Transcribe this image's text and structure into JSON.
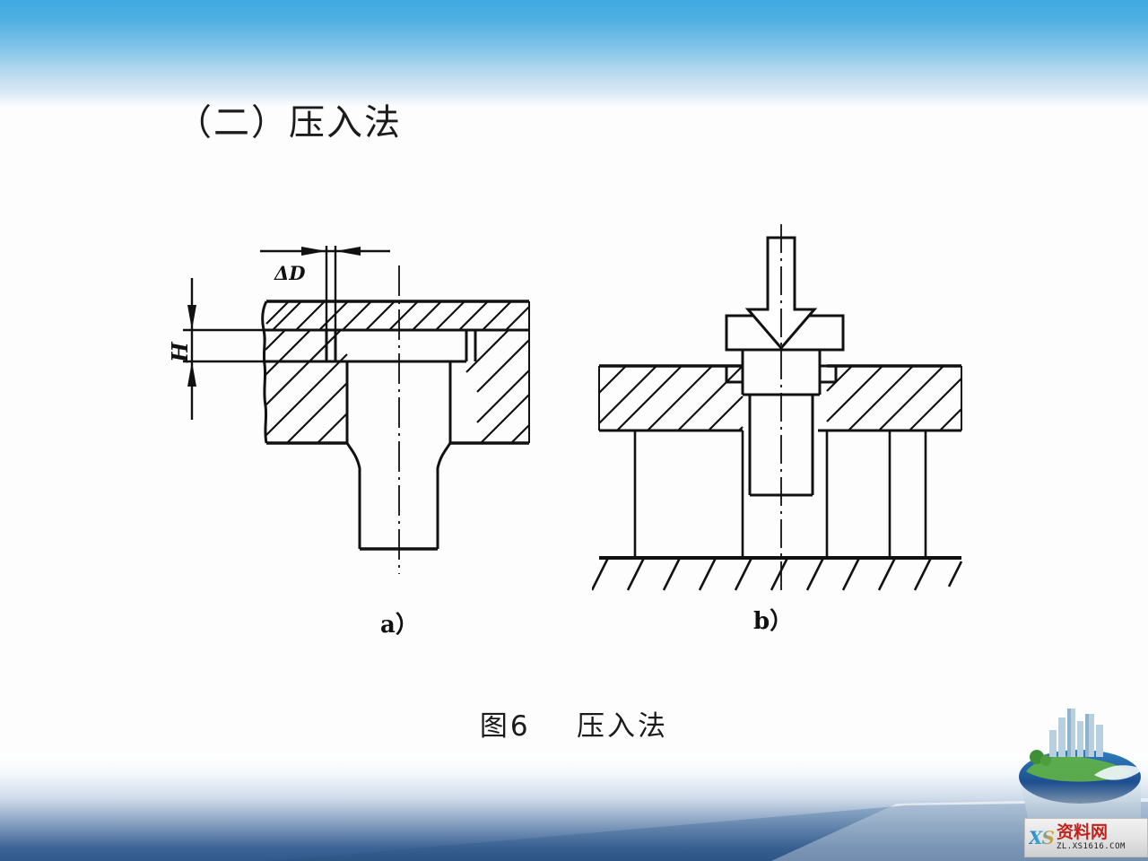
{
  "slide": {
    "title": "（二）压入法",
    "caption": "图6    压入法",
    "background": {
      "top_color": "#3fa9e0",
      "bottom_color": "#30588a",
      "body_color": "#fdfdfe"
    }
  },
  "figure": {
    "sub_labels": {
      "a": "a）",
      "b": "b）"
    },
    "dimensions": {
      "delta_d": "ΔD",
      "h": "H"
    },
    "diagram_a": {
      "name": "press-fit-interference-section",
      "description": "Cross-section of a bushing pressed into a hatched housing showing interference ΔD and engagement height H"
    },
    "diagram_b": {
      "name": "press-fit-operation-section",
      "description": "Cross-section of a press arrow forcing a flanged pin into a bore in a hatched base"
    }
  },
  "watermark": {
    "mark": "XS",
    "name": "资料网",
    "url": "ZL.XS1616.COM",
    "brand_color": "#c2221c"
  }
}
